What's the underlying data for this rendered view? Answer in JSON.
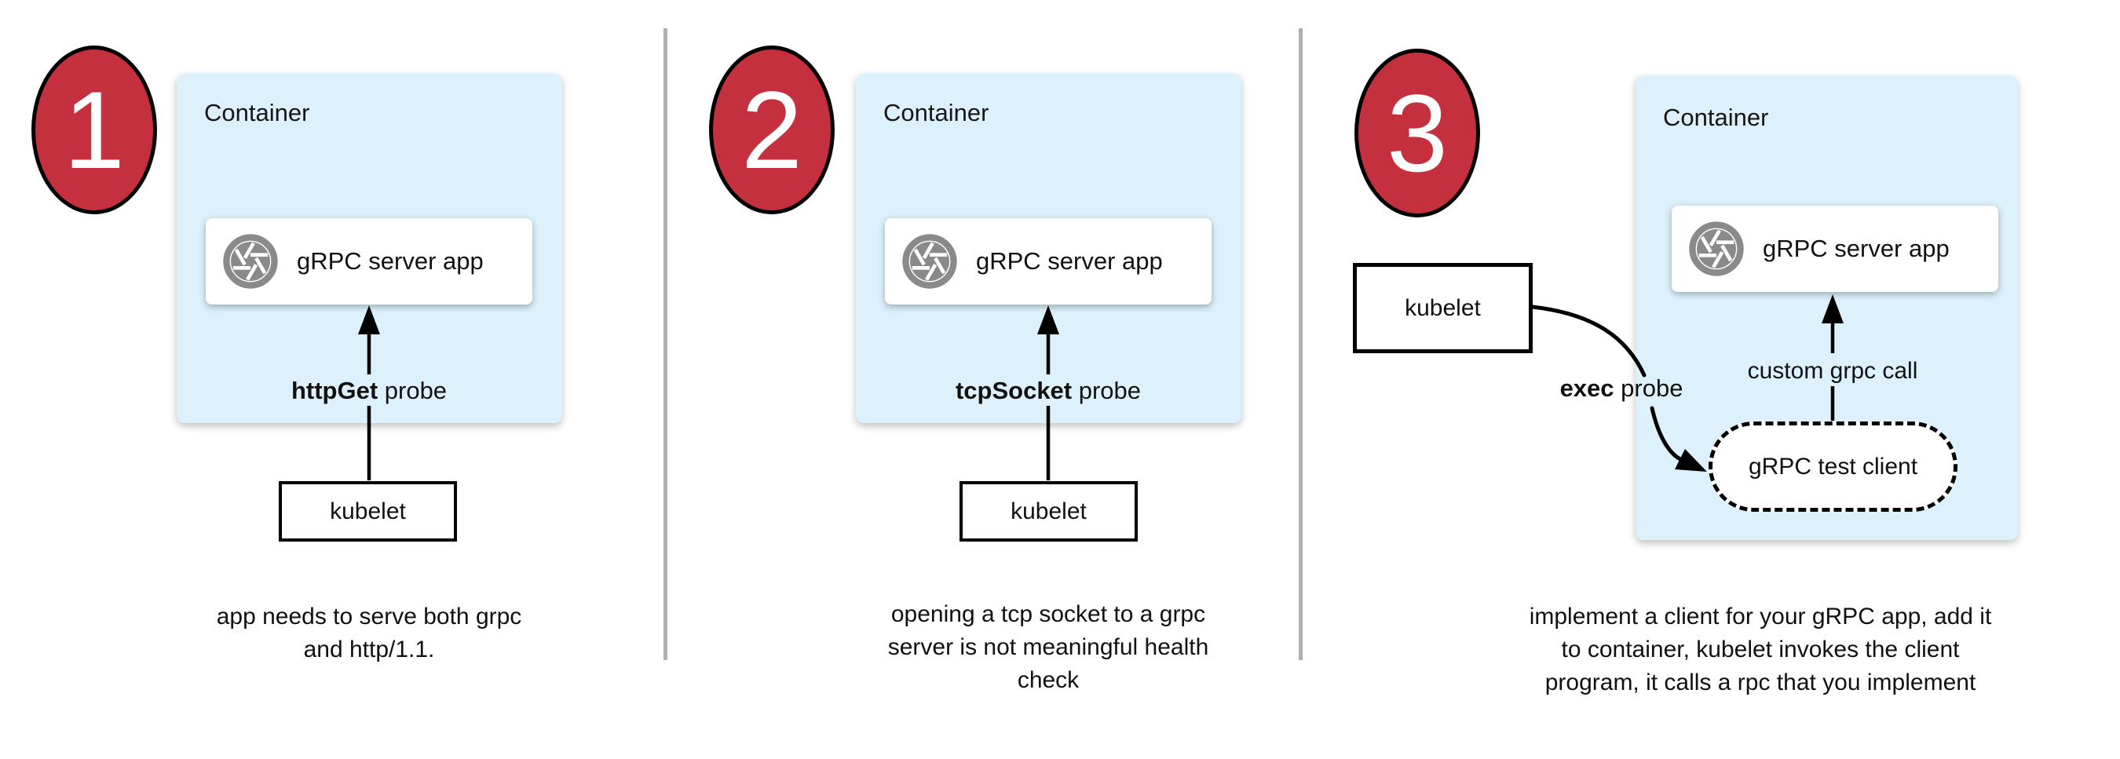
{
  "colors": {
    "container_fill": "#ddf1fc",
    "badge_fill": "#c5303e",
    "icon_gray": "#8a8a8a",
    "divider": "#b0b0b0",
    "arrow": "#000000"
  },
  "panels": [
    {
      "number": "1",
      "container_label": "Container",
      "app_label": "gRPC server app",
      "probe_bold": "httpGet",
      "probe_rest": " probe",
      "kubelet_label": "kubelet",
      "caption_lines": [
        "app needs to serve both grpc",
        "and http/1.1."
      ]
    },
    {
      "number": "2",
      "container_label": "Container",
      "app_label": "gRPC server app",
      "probe_bold": "tcpSocket",
      "probe_rest": " probe",
      "kubelet_label": "kubelet",
      "caption_lines": [
        "opening a tcp socket to a grpc",
        "server is not meaningful health",
        "check"
      ]
    },
    {
      "number": "3",
      "container_label": "Container",
      "app_label": "gRPC server app",
      "probe_bold": "exec",
      "probe_rest": " probe",
      "kubelet_label": "kubelet",
      "client_label": "gRPC test client",
      "call_label": "custom grpc call",
      "caption_lines": [
        "implement a client for your gRPC app, add it",
        "to container, kubelet invokes the client",
        "program, it calls a rpc that you implement"
      ]
    }
  ]
}
